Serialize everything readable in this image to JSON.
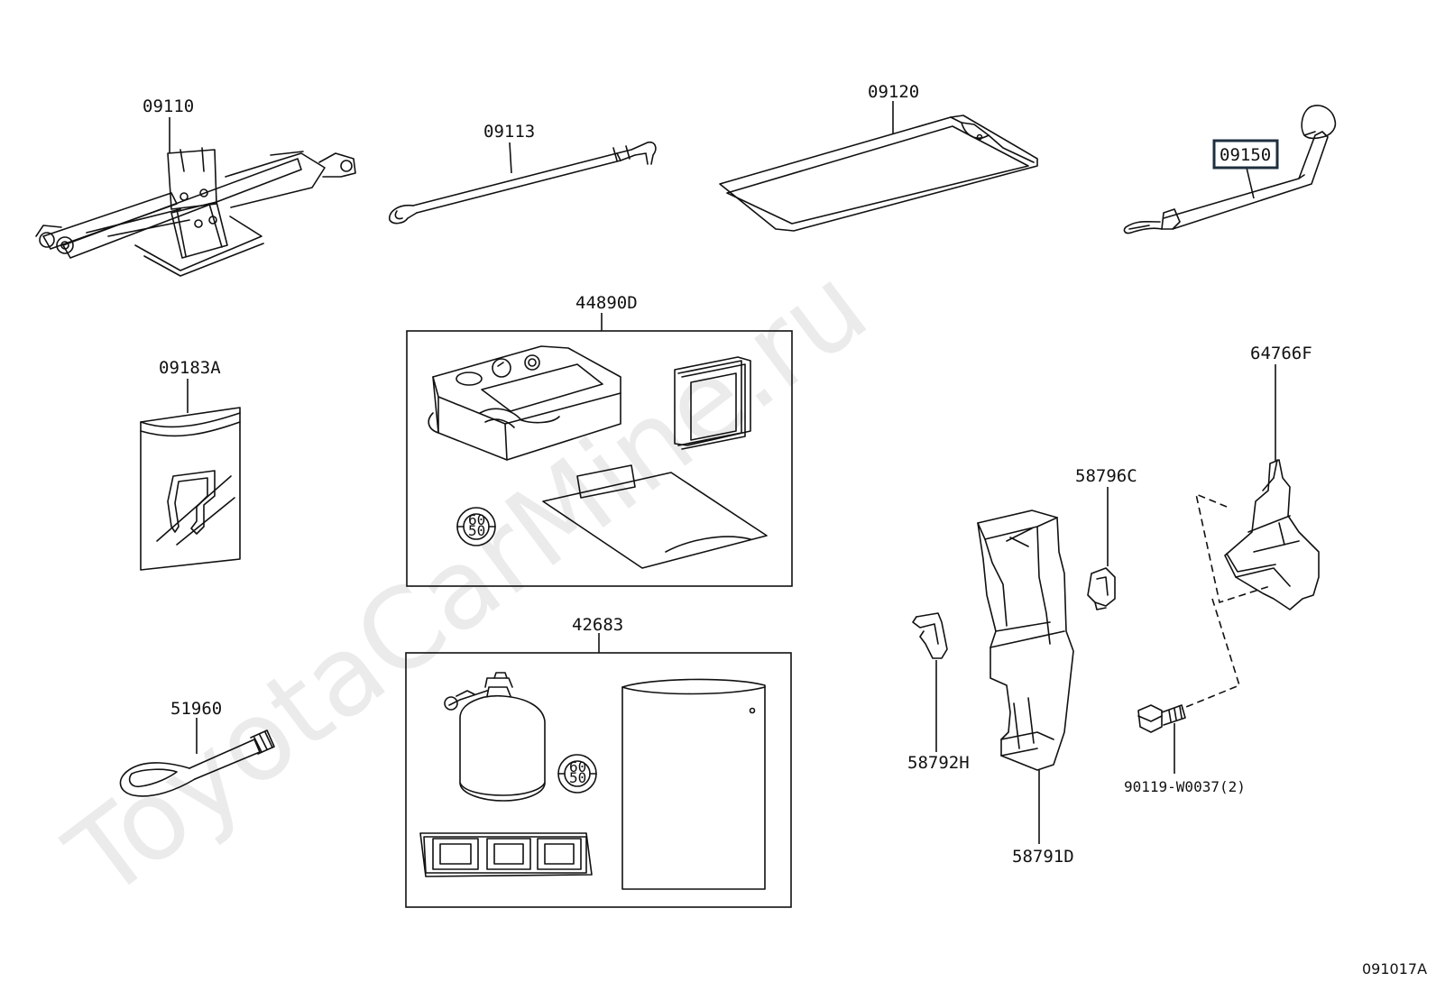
{
  "watermark": "ToyotaCarMine.ru",
  "sheet_code": "091017A",
  "highlighted_part": "09150",
  "parts": {
    "p09110": "09110",
    "p09113": "09113",
    "p09120": "09120",
    "p09150": "09150",
    "p09183A": "09183A",
    "p44890D": "44890D",
    "p42683": "42683",
    "p51960": "51960",
    "p64766F": "64766F",
    "p58796C": "58796C",
    "p58792H": "58792H",
    "p58791D": "58791D",
    "p90119": "90119-W0037(2)"
  },
  "gauge_marks": {
    "top": "60",
    "bottom": "50"
  }
}
